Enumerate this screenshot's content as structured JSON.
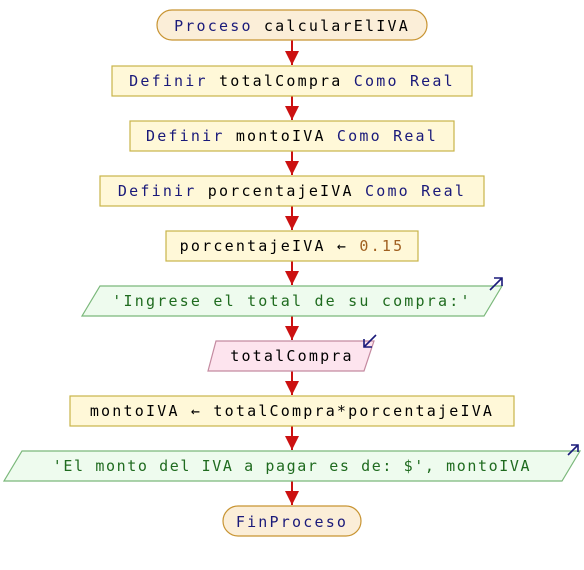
{
  "flowchart": {
    "start": {
      "keyword": "Proceso",
      "name": "calcularElIVA"
    },
    "steps": [
      {
        "kind": "define",
        "keyword": "Definir",
        "var": "totalCompra",
        "como": "Como",
        "type": "Real"
      },
      {
        "kind": "define",
        "keyword": "Definir",
        "var": "montoIVA",
        "como": "Como",
        "type": "Real"
      },
      {
        "kind": "define",
        "keyword": "Definir",
        "var": "porcentajeIVA",
        "como": "Como",
        "type": "Real"
      },
      {
        "kind": "assign",
        "target": "porcentajeIVA",
        "arrow": "←",
        "value": "0.15"
      },
      {
        "kind": "output",
        "text": "'Ingrese el total de su compra:'"
      },
      {
        "kind": "input",
        "var": "totalCompra"
      },
      {
        "kind": "assign",
        "target": "montoIVA",
        "arrow": "←",
        "value": "totalCompra*porcentajeIVA"
      },
      {
        "kind": "output",
        "text": "'El monto del IVA a pagar es de: $', montoIVA"
      }
    ],
    "end": {
      "keyword": "FinProceso"
    }
  },
  "colors": {
    "keyword": "#1a1a7a",
    "identifier": "#000000",
    "string": "#1f6b1f",
    "number": "#a06020",
    "operator": "#000000",
    "terminal_fill": "#fbeed8",
    "terminal_stroke": "#c89432",
    "process_fill": "#fff8d8",
    "process_stroke": "#c8b44a",
    "output_fill": "#eefbee",
    "output_stroke": "#7bb87b",
    "input_fill": "#fde4ee",
    "input_stroke": "#c48aa0",
    "arrow": "#cc1111",
    "io_corner_arrow": "#1a1a7a"
  },
  "icons": {
    "output_corner": "arrow-up-right-icon",
    "input_corner": "arrow-down-left-icon",
    "connector": "arrow-down-icon"
  }
}
